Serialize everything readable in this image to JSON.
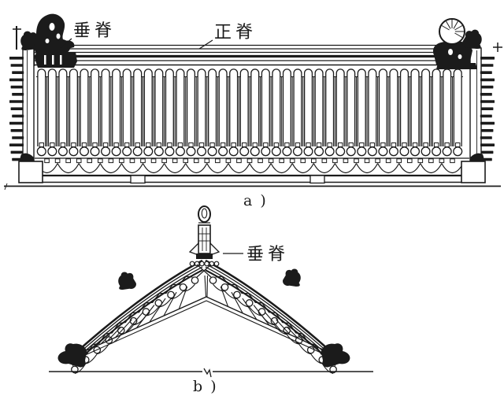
{
  "colors": {
    "ink": "#1b1b1b",
    "paper": "#ffffff"
  },
  "figure_a": {
    "caption": "a )",
    "label_chuiji": "垂脊",
    "label_zhengji": "正脊",
    "tile_count": 40,
    "scallop_count": 20,
    "edge_bar_count": 15
  },
  "figure_b": {
    "caption": "b )",
    "label_chuiji": "垂脊",
    "band_circle_count": 11,
    "fan_tile_count": 9
  }
}
